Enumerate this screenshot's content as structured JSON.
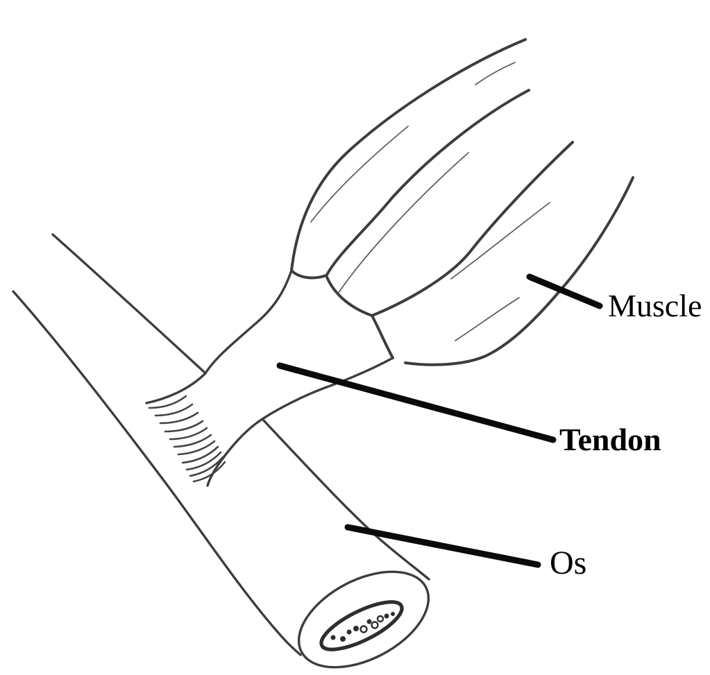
{
  "figure": {
    "background_color": "#ffffff",
    "ink_color": "#3d3d3d",
    "thin_ink_color": "#585858",
    "leader_color": "#0a0a0a",
    "label_color": "#000000",
    "labels": {
      "muscle": {
        "text": "Muscle",
        "style": "regular"
      },
      "tendon": {
        "text": "Tendon",
        "style": "bold"
      },
      "os": {
        "text": "Os",
        "style": "regular"
      }
    },
    "structures": {
      "insertion_fiber_count": 11,
      "marrow_dot_count": 10,
      "muscle_fiber_accent_count": 5
    }
  }
}
